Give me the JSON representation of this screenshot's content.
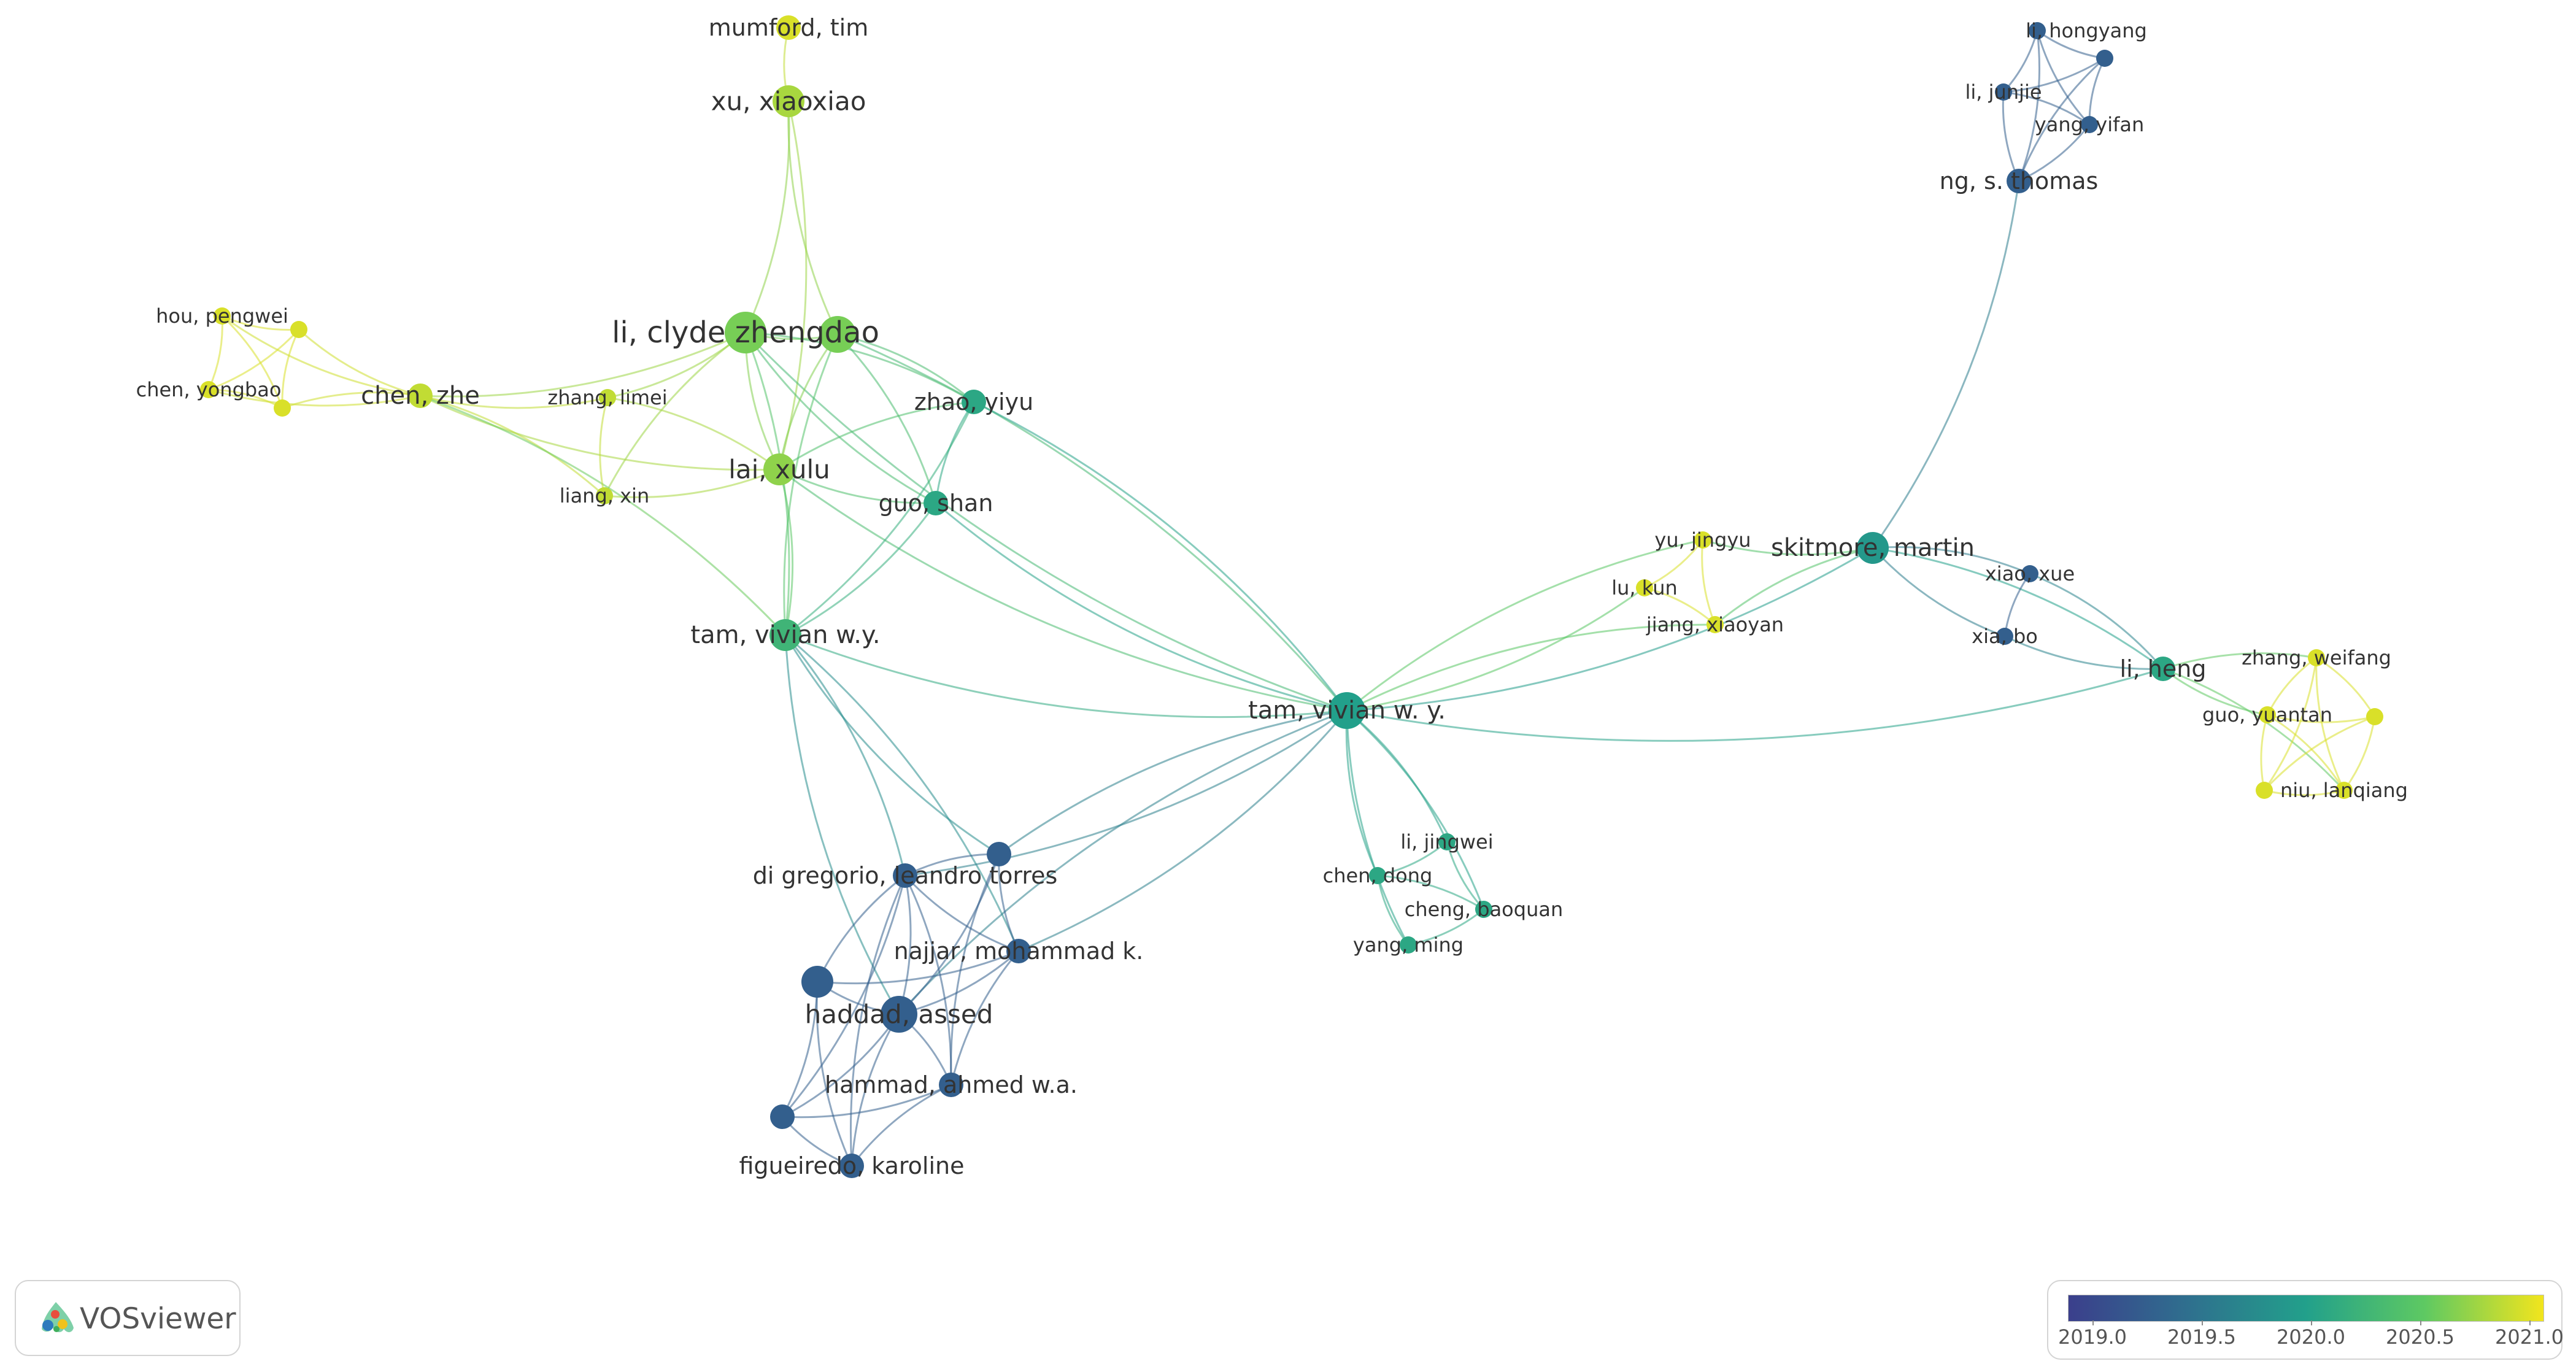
{
  "app": {
    "name": "VOSviewer"
  },
  "colors": {
    "scale": [
      "#3b3f8c",
      "#2f6f8e",
      "#22a08b",
      "#5ec962",
      "#f2e51d"
    ],
    "edge_opacity": 0.55,
    "label_color": "#333333"
  },
  "legend": {
    "ticks": [
      "2019.0",
      "2019.5",
      "2020.0",
      "2020.5",
      "2021.0"
    ],
    "min": 2018.8,
    "max": 2021.2
  },
  "network": {
    "nodes": [
      {
        "id": "mumford",
        "label": "mumford, tim",
        "year": 2021.1,
        "weight": 1
      },
      {
        "id": "xu",
        "label": "xu, xiaoxiao",
        "year": 2020.9,
        "weight": 2
      },
      {
        "id": "li_clyde",
        "label": "li, clyde zhengdao",
        "year": 2020.7,
        "weight": 4
      },
      {
        "id": "li_clyde2",
        "label": "",
        "year": 2020.7,
        "weight": 3
      },
      {
        "id": "hou",
        "label": "hou, pengwei",
        "year": 2021.1,
        "weight": 0
      },
      {
        "id": "hou2",
        "label": "",
        "year": 2021.1,
        "weight": 0
      },
      {
        "id": "chen_y",
        "label": "chen, yongbao",
        "year": 2021.1,
        "weight": 0
      },
      {
        "id": "chen_y2",
        "label": "",
        "year": 2021.1,
        "weight": 0
      },
      {
        "id": "chen_zhe",
        "label": "chen, zhe",
        "year": 2021.0,
        "weight": 1
      },
      {
        "id": "zhang_limei",
        "label": "zhang, limei",
        "year": 2021.0,
        "weight": 0
      },
      {
        "id": "liang",
        "label": "liang, xin",
        "year": 2021.0,
        "weight": 0
      },
      {
        "id": "zhao",
        "label": "zhao, yiyu",
        "year": 2020.1,
        "weight": 1
      },
      {
        "id": "lai",
        "label": "lai, xulu",
        "year": 2020.8,
        "weight": 2
      },
      {
        "id": "guo_shan",
        "label": "guo, shan",
        "year": 2020.1,
        "weight": 1
      },
      {
        "id": "tam_vwy",
        "label": "tam, vivian w.y.",
        "year": 2020.3,
        "weight": 2
      },
      {
        "id": "tam_v",
        "label": "tam, vivian w. y.",
        "year": 2020.0,
        "weight": 3
      },
      {
        "id": "di",
        "label": "di gregorio, leandro torres",
        "year": 2019.2,
        "weight": 1
      },
      {
        "id": "di2",
        "label": "",
        "year": 2019.2,
        "weight": 1
      },
      {
        "id": "najjar",
        "label": "najjar, mohammad k.",
        "year": 2019.2,
        "weight": 1
      },
      {
        "id": "haddad2",
        "label": "",
        "year": 2019.2,
        "weight": 2
      },
      {
        "id": "haddad",
        "label": "haddad, assed",
        "year": 2019.2,
        "weight": 3
      },
      {
        "id": "hammad",
        "label": "hammad, ahmed w.a.",
        "year": 2019.2,
        "weight": 1
      },
      {
        "id": "figueiredo2",
        "label": "",
        "year": 2019.2,
        "weight": 1
      },
      {
        "id": "figueiredo",
        "label": "figueiredo, karoline",
        "year": 2019.2,
        "weight": 1
      },
      {
        "id": "li_jingwei",
        "label": "li, jingwei",
        "year": 2020.1,
        "weight": 0
      },
      {
        "id": "chen_dong",
        "label": "chen, dong",
        "year": 2020.1,
        "weight": 0
      },
      {
        "id": "cheng",
        "label": "cheng, baoquan",
        "year": 2020.1,
        "weight": 0
      },
      {
        "id": "yang_ming",
        "label": "yang, ming",
        "year": 2020.1,
        "weight": 0
      },
      {
        "id": "skitmore",
        "label": "skitmore, martin",
        "year": 2019.9,
        "weight": 2
      },
      {
        "id": "yu",
        "label": "yu, jingyu",
        "year": 2021.1,
        "weight": 0
      },
      {
        "id": "lu",
        "label": "lu, kun",
        "year": 2021.1,
        "weight": 0
      },
      {
        "id": "jiang",
        "label": "jiang, xiaoyan",
        "year": 2021.1,
        "weight": 0
      },
      {
        "id": "xiao",
        "label": "xiao, xue",
        "year": 2019.2,
        "weight": 0
      },
      {
        "id": "xia",
        "label": "xia, bo",
        "year": 2019.2,
        "weight": 0
      },
      {
        "id": "li_heng",
        "label": "li, heng",
        "year": 2020.1,
        "weight": 1
      },
      {
        "id": "zhang_wf",
        "label": "zhang, weifang",
        "year": 2021.1,
        "weight": 0
      },
      {
        "id": "guo_y",
        "label": "guo, yuantan",
        "year": 2021.1,
        "weight": 0
      },
      {
        "id": "guo_y2",
        "label": "",
        "year": 2021.1,
        "weight": 0
      },
      {
        "id": "niu",
        "label": "niu, lanqiang",
        "year": 2021.1,
        "weight": 0
      },
      {
        "id": "niu2",
        "label": "",
        "year": 2021.1,
        "weight": 0
      },
      {
        "id": "ng",
        "label": "ng, s. thomas",
        "year": 2019.2,
        "weight": 1
      },
      {
        "id": "li_hy",
        "label": "li, hongyang",
        "year": 2019.2,
        "weight": 0
      },
      {
        "id": "li_hy2",
        "label": "",
        "year": 2019.2,
        "weight": 0
      },
      {
        "id": "li_jj",
        "label": "li, junjie",
        "year": 2019.2,
        "weight": 0
      },
      {
        "id": "yang_yf",
        "label": "yang, yifan",
        "year": 2019.2,
        "weight": 0
      }
    ],
    "links": [
      [
        "mumford",
        "xu"
      ],
      [
        "xu",
        "li_clyde"
      ],
      [
        "xu",
        "li_clyde2"
      ],
      [
        "xu",
        "lai"
      ],
      [
        "li_clyde",
        "li_clyde2"
      ],
      [
        "li_clyde",
        "chen_zhe"
      ],
      [
        "li_clyde",
        "lai"
      ],
      [
        "li_clyde",
        "zhao"
      ],
      [
        "li_clyde",
        "guo_shan"
      ],
      [
        "li_clyde",
        "tam_vwy"
      ],
      [
        "li_clyde",
        "tam_v"
      ],
      [
        "li_clyde",
        "zhang_limei"
      ],
      [
        "li_clyde",
        "liang"
      ],
      [
        "li_clyde2",
        "zhao"
      ],
      [
        "li_clyde2",
        "lai"
      ],
      [
        "li_clyde2",
        "guo_shan"
      ],
      [
        "li_clyde2",
        "tam_vwy"
      ],
      [
        "li_clyde2",
        "tam_v"
      ],
      [
        "hou",
        "hou2"
      ],
      [
        "hou",
        "chen_y"
      ],
      [
        "hou",
        "chen_zhe"
      ],
      [
        "hou",
        "chen_y2"
      ],
      [
        "hou2",
        "chen_zhe"
      ],
      [
        "hou2",
        "chen_y"
      ],
      [
        "hou2",
        "chen_y2"
      ],
      [
        "chen_y",
        "chen_y2"
      ],
      [
        "chen_y",
        "chen_zhe"
      ],
      [
        "chen_y2",
        "chen_zhe"
      ],
      [
        "chen_zhe",
        "zhang_limei"
      ],
      [
        "chen_zhe",
        "liang"
      ],
      [
        "chen_zhe",
        "lai"
      ],
      [
        "chen_zhe",
        "tam_vwy"
      ],
      [
        "zhang_limei",
        "liang"
      ],
      [
        "zhang_limei",
        "lai"
      ],
      [
        "liang",
        "lai"
      ],
      [
        "lai",
        "zhao"
      ],
      [
        "lai",
        "guo_shan"
      ],
      [
        "lai",
        "tam_vwy"
      ],
      [
        "lai",
        "tam_v"
      ],
      [
        "zhao",
        "tam_v"
      ],
      [
        "zhao",
        "guo_shan"
      ],
      [
        "zhao",
        "tam_vwy"
      ],
      [
        "guo_shan",
        "tam_v"
      ],
      [
        "guo_shan",
        "tam_vwy"
      ],
      [
        "tam_vwy",
        "tam_v"
      ],
      [
        "tam_vwy",
        "di"
      ],
      [
        "tam_vwy",
        "haddad"
      ],
      [
        "tam_vwy",
        "najjar"
      ],
      [
        "tam_vwy",
        "di2"
      ],
      [
        "tam_v",
        "di"
      ],
      [
        "tam_v",
        "di2"
      ],
      [
        "tam_v",
        "najjar"
      ],
      [
        "tam_v",
        "haddad"
      ],
      [
        "di",
        "di2"
      ],
      [
        "di",
        "najjar"
      ],
      [
        "di",
        "haddad"
      ],
      [
        "di",
        "haddad2"
      ],
      [
        "di",
        "hammad"
      ],
      [
        "di",
        "figueiredo"
      ],
      [
        "di",
        "figueiredo2"
      ],
      [
        "di2",
        "najjar"
      ],
      [
        "di2",
        "haddad"
      ],
      [
        "di2",
        "hammad"
      ],
      [
        "najjar",
        "haddad"
      ],
      [
        "najjar",
        "hammad"
      ],
      [
        "najjar",
        "haddad2"
      ],
      [
        "haddad2",
        "haddad"
      ],
      [
        "haddad2",
        "figueiredo2"
      ],
      [
        "haddad2",
        "figueiredo"
      ],
      [
        "haddad",
        "hammad"
      ],
      [
        "haddad",
        "figueiredo"
      ],
      [
        "haddad",
        "figueiredo2"
      ],
      [
        "hammad",
        "figueiredo"
      ],
      [
        "hammad",
        "figueiredo2"
      ],
      [
        "figueiredo2",
        "figueiredo"
      ],
      [
        "tam_v",
        "li_jingwei"
      ],
      [
        "tam_v",
        "chen_dong"
      ],
      [
        "tam_v",
        "cheng"
      ],
      [
        "tam_v",
        "yang_ming"
      ],
      [
        "li_jingwei",
        "chen_dong"
      ],
      [
        "li_jingwei",
        "cheng"
      ],
      [
        "chen_dong",
        "cheng"
      ],
      [
        "chen_dong",
        "yang_ming"
      ],
      [
        "cheng",
        "yang_ming"
      ],
      [
        "tam_v",
        "skitmore"
      ],
      [
        "tam_v",
        "yu"
      ],
      [
        "tam_v",
        "lu"
      ],
      [
        "tam_v",
        "jiang"
      ],
      [
        "tam_v",
        "li_heng"
      ],
      [
        "skitmore",
        "yu"
      ],
      [
        "skitmore",
        "jiang"
      ],
      [
        "skitmore",
        "xiao"
      ],
      [
        "skitmore",
        "xia"
      ],
      [
        "skitmore",
        "li_heng"
      ],
      [
        "skitmore",
        "ng"
      ],
      [
        "yu",
        "lu"
      ],
      [
        "yu",
        "jiang"
      ],
      [
        "lu",
        "jiang"
      ],
      [
        "xiao",
        "xia"
      ],
      [
        "xiao",
        "li_heng"
      ],
      [
        "xia",
        "li_heng"
      ],
      [
        "li_heng",
        "zhang_wf"
      ],
      [
        "li_heng",
        "guo_y"
      ],
      [
        "li_heng",
        "niu"
      ],
      [
        "zhang_wf",
        "guo_y"
      ],
      [
        "zhang_wf",
        "guo_y2"
      ],
      [
        "zhang_wf",
        "niu"
      ],
      [
        "zhang_wf",
        "niu2"
      ],
      [
        "guo_y",
        "guo_y2"
      ],
      [
        "guo_y",
        "niu"
      ],
      [
        "guo_y",
        "niu2"
      ],
      [
        "guo_y2",
        "niu"
      ],
      [
        "guo_y2",
        "niu2"
      ],
      [
        "niu",
        "niu2"
      ],
      [
        "ng",
        "li_hy"
      ],
      [
        "ng",
        "li_jj"
      ],
      [
        "ng",
        "yang_yf"
      ],
      [
        "ng",
        "li_hy2"
      ],
      [
        "li_hy",
        "li_hy2"
      ],
      [
        "li_hy",
        "li_jj"
      ],
      [
        "li_hy",
        "yang_yf"
      ],
      [
        "li_hy2",
        "li_jj"
      ],
      [
        "li_hy2",
        "yang_yf"
      ],
      [
        "li_jj",
        "yang_yf"
      ]
    ]
  }
}
